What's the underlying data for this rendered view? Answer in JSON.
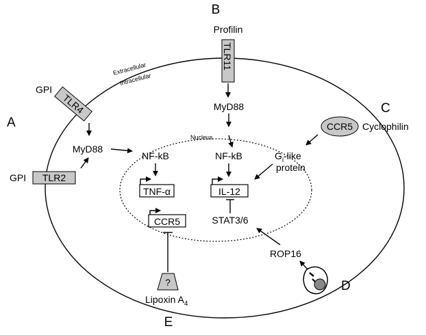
{
  "panels": {
    "a": "A",
    "b": "B",
    "c": "C",
    "d": "D",
    "e": "E"
  },
  "membrane": {
    "extracellular": "Extracellular",
    "intracellular": "Intracellular"
  },
  "nucleus_label": "Nucleus",
  "ligands": {
    "profilin": "Profilin",
    "gpi_tlr4": "GPI",
    "gpi_tlr2": "GPI",
    "cyclophilin": "Cyclophilin",
    "lipoxin_main": "Lipoxin A",
    "lipoxin_sub": "4"
  },
  "receptors": {
    "tlr11": "TLR11",
    "tlr4": "TLR4",
    "tlr2": "TLR2",
    "ccr5_surface": "CCR5",
    "unknown": "?"
  },
  "signals": {
    "myd88_left": "MyD88",
    "myd88_right": "MyD88",
    "nfkb_left": "NF-kB",
    "nfkb_right": "NF-kB",
    "gi_prefix": "G",
    "gi_sub": "i",
    "gi_suffix": "-like",
    "gi_line2": "protein",
    "stat": "STAT3/6",
    "rop16": "ROP16"
  },
  "genes": {
    "tnf": "TNF-α",
    "il12": "IL-12",
    "ccr5": "CCR5"
  }
}
